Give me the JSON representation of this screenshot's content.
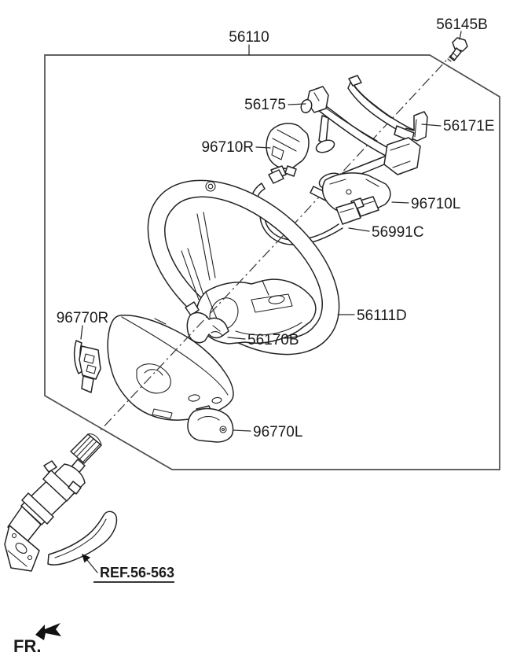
{
  "diagram": {
    "background": "#ffffff",
    "ink_color": "#232323",
    "border_color": "#4d4d4d",
    "callouts": {
      "assembly": "56110",
      "screw": "56145B",
      "bracket_ext": "56175",
      "bracket_upper": "56171E",
      "switch_rh": "96710R",
      "switch_lh": "96710L",
      "wiring": "56991C",
      "wheel_body": "56111D",
      "bracket_lower": "56170B",
      "cover_rh": "96770R",
      "cover_lh": "96770L"
    },
    "reference": {
      "label": "REF.56-563"
    },
    "orientation": {
      "label": "FR."
    }
  }
}
